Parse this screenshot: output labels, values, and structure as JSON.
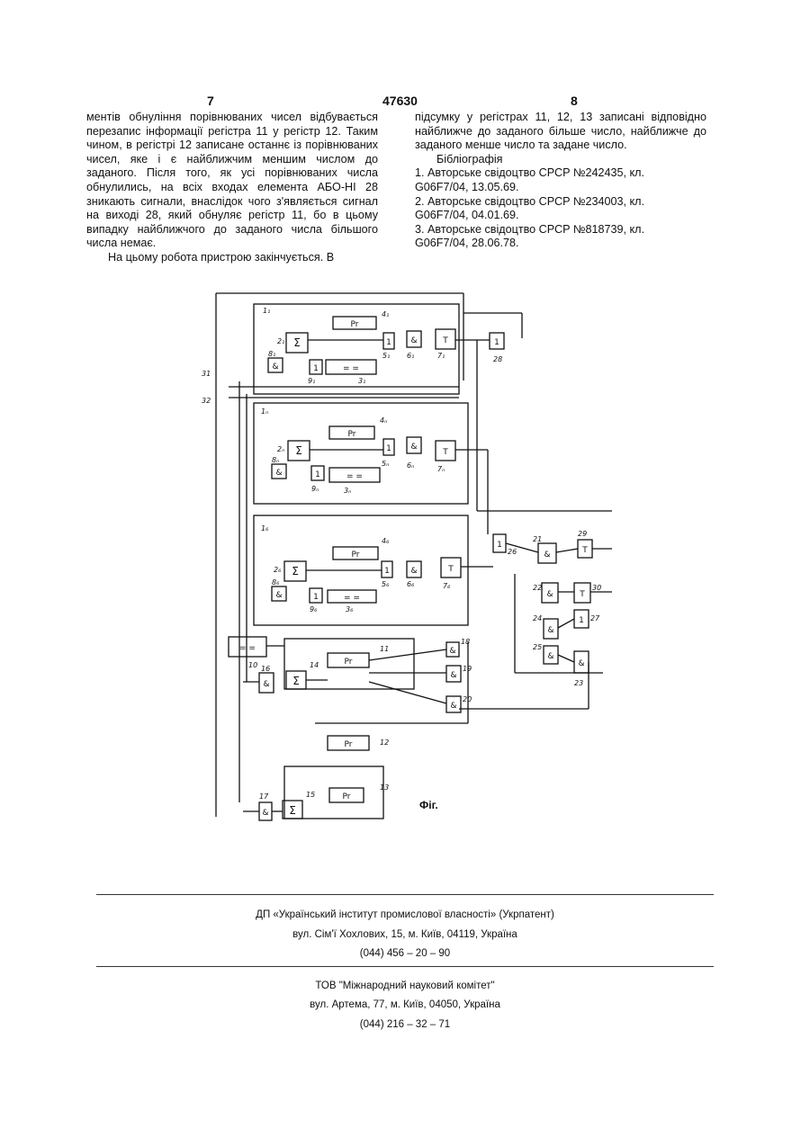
{
  "header": {
    "page_left": "7",
    "patent_number": "47630",
    "page_right": "8"
  },
  "left_column": [
    "ментів обнуління порівнюваних чисел відбувається перезапис інформації регістра 11 у регістр 12. Таким чином, в регістрі 12 записане останнє із порівнюваних чисел, яке і є найближчим меншим числом до заданого. Після того, як усі порівнюваних числа обнулились, на всіх входах елемента АБО-НІ 28 зникають сигнали, внаслідок чого з'являється сигнал на виході 28, який обнуляє регістр 11, бо в цьому випадку найближчого до заданого числа більшого числа немає.",
    "На цьому робота пристрою закінчується. В"
  ],
  "right_column": {
    "text": "підсумку у регістрах 11, 12, 13 записані відповідно найближче до заданого більше число, найближче до заданого менше число та задане число.",
    "bibliography_title": "Бібліографія",
    "references": [
      {
        "left": "1. Авторське свідоцтво СРСР №242435, кл.",
        "tail": "G06F7/04, 13.05.69."
      },
      {
        "left": "2. Авторське свідоцтво СРСР №234003, кл.",
        "tail": "G06F7/04, 04.01.69."
      },
      {
        "left": "3. Авторське свідоцтво СРСР №818739, кл.",
        "tail": "G06F7/04, 28.06.78."
      }
    ]
  },
  "figure": {
    "caption": "Фіг.",
    "blocks": {
      "reg": "Pr",
      "sum": "Σ",
      "or1": "1",
      "and": "&",
      "trig": "T",
      "cmp": "= =",
      "cmp_small": "=",
      "neg": "−"
    },
    "labels": {
      "n1": "1₁",
      "n4_1": "4₁",
      "n2_1": "2₁",
      "n8_1": "8₁",
      "n9_1": "9₁",
      "n3_1": "3₁",
      "n5_1": "5₁",
      "n6_1": "6₁",
      "n7_1": "7₁",
      "n28": "28",
      "n31": "31",
      "n32": "32",
      "nn": "1ₙ",
      "n4n": "4ₙ",
      "n2n": "2ₙ",
      "n8n": "8ₙ",
      "n9n": "9ₙ",
      "n3n": "3ₙ",
      "n5n": "5ₙ",
      "n6n": "6ₙ",
      "n7n": "7ₙ",
      "n1b": "1₆",
      "n4b": "4₆",
      "n2b": "2₆",
      "n8b": "8₆",
      "n9b": "9₆",
      "n3b": "3₆",
      "n5b": "5₆",
      "n6b": "6₆",
      "n7b": "7₆",
      "n26": "26",
      "n21": "21",
      "n29": "29",
      "n22": "22",
      "n30": "30",
      "n24": "24",
      "n27": "27",
      "n25": "25",
      "n23": "23",
      "n10": "10",
      "n16": "16",
      "n14": "14",
      "n11": "11",
      "n18": "18",
      "n19": "19",
      "n20": "20",
      "n12": "12",
      "n17": "17",
      "n15b": "15",
      "n13": "13"
    }
  },
  "footer": {
    "org1": "ДП «Український інститут промислової власності» (Укрпатент)",
    "addr1": "вул. Сім'ї Хохлових, 15, м. Київ, 04119, Україна",
    "phone1": "(044) 456 – 20 – 90",
    "org2": "ТОВ \"Міжнародний науковий комітет\"",
    "addr2": "вул. Артема, 77, м. Київ, 04050, Україна",
    "phone2": "(044) 216 – 32 – 71"
  }
}
